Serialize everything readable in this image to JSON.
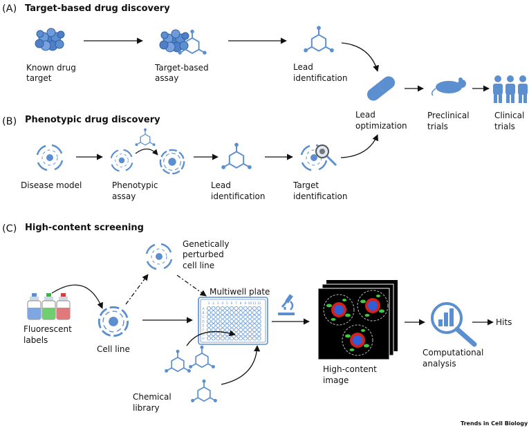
{
  "sections": {
    "a": {
      "letter": "(A)",
      "title": "Target-based drug discovery"
    },
    "b": {
      "letter": "(B)",
      "title": "Phenotypic drug discovery"
    },
    "c": {
      "letter": "(C)",
      "title": "High-content screening"
    }
  },
  "labels": {
    "known_target": [
      "Known drug",
      "target"
    ],
    "target_assay": [
      "Target-based",
      "assay"
    ],
    "lead_id_a": [
      "Lead",
      "identification"
    ],
    "lead_opt": [
      "Lead",
      "optimization"
    ],
    "preclinical": [
      "Preclinical",
      "trials"
    ],
    "clinical": [
      "Clinical",
      "trials"
    ],
    "disease_model": [
      "Disease model"
    ],
    "phenotypic_assay": [
      "Phenotypic",
      "assay"
    ],
    "lead_id_b": [
      "Lead",
      "identification"
    ],
    "target_id": [
      "Target",
      "identification"
    ],
    "genetic": [
      "Genetically",
      "perturbed",
      "cell line"
    ],
    "fluorescent": [
      "Fluorescent",
      "labels"
    ],
    "cell_line": [
      "Cell line"
    ],
    "multiwell": [
      "Multiwell plate"
    ],
    "chemical": [
      "Chemical",
      "library"
    ],
    "hc_image": [
      "High-content",
      "image"
    ],
    "computational": [
      "Computational",
      "analysis"
    ],
    "hits": [
      "Hits"
    ]
  },
  "plate": {
    "cols": [
      "1",
      "2",
      "3",
      "4",
      "5",
      "6",
      "7",
      "8",
      "9",
      "10",
      "11",
      "12"
    ],
    "rows": [
      "A",
      "B",
      "C",
      "D",
      "E",
      "F",
      "G",
      "H"
    ]
  },
  "credit": "Trends in Cell Biology",
  "colors": {
    "accent": "#5b8fcf",
    "dark_accent": "#2f5fa8",
    "image_bg": "#000000"
  }
}
